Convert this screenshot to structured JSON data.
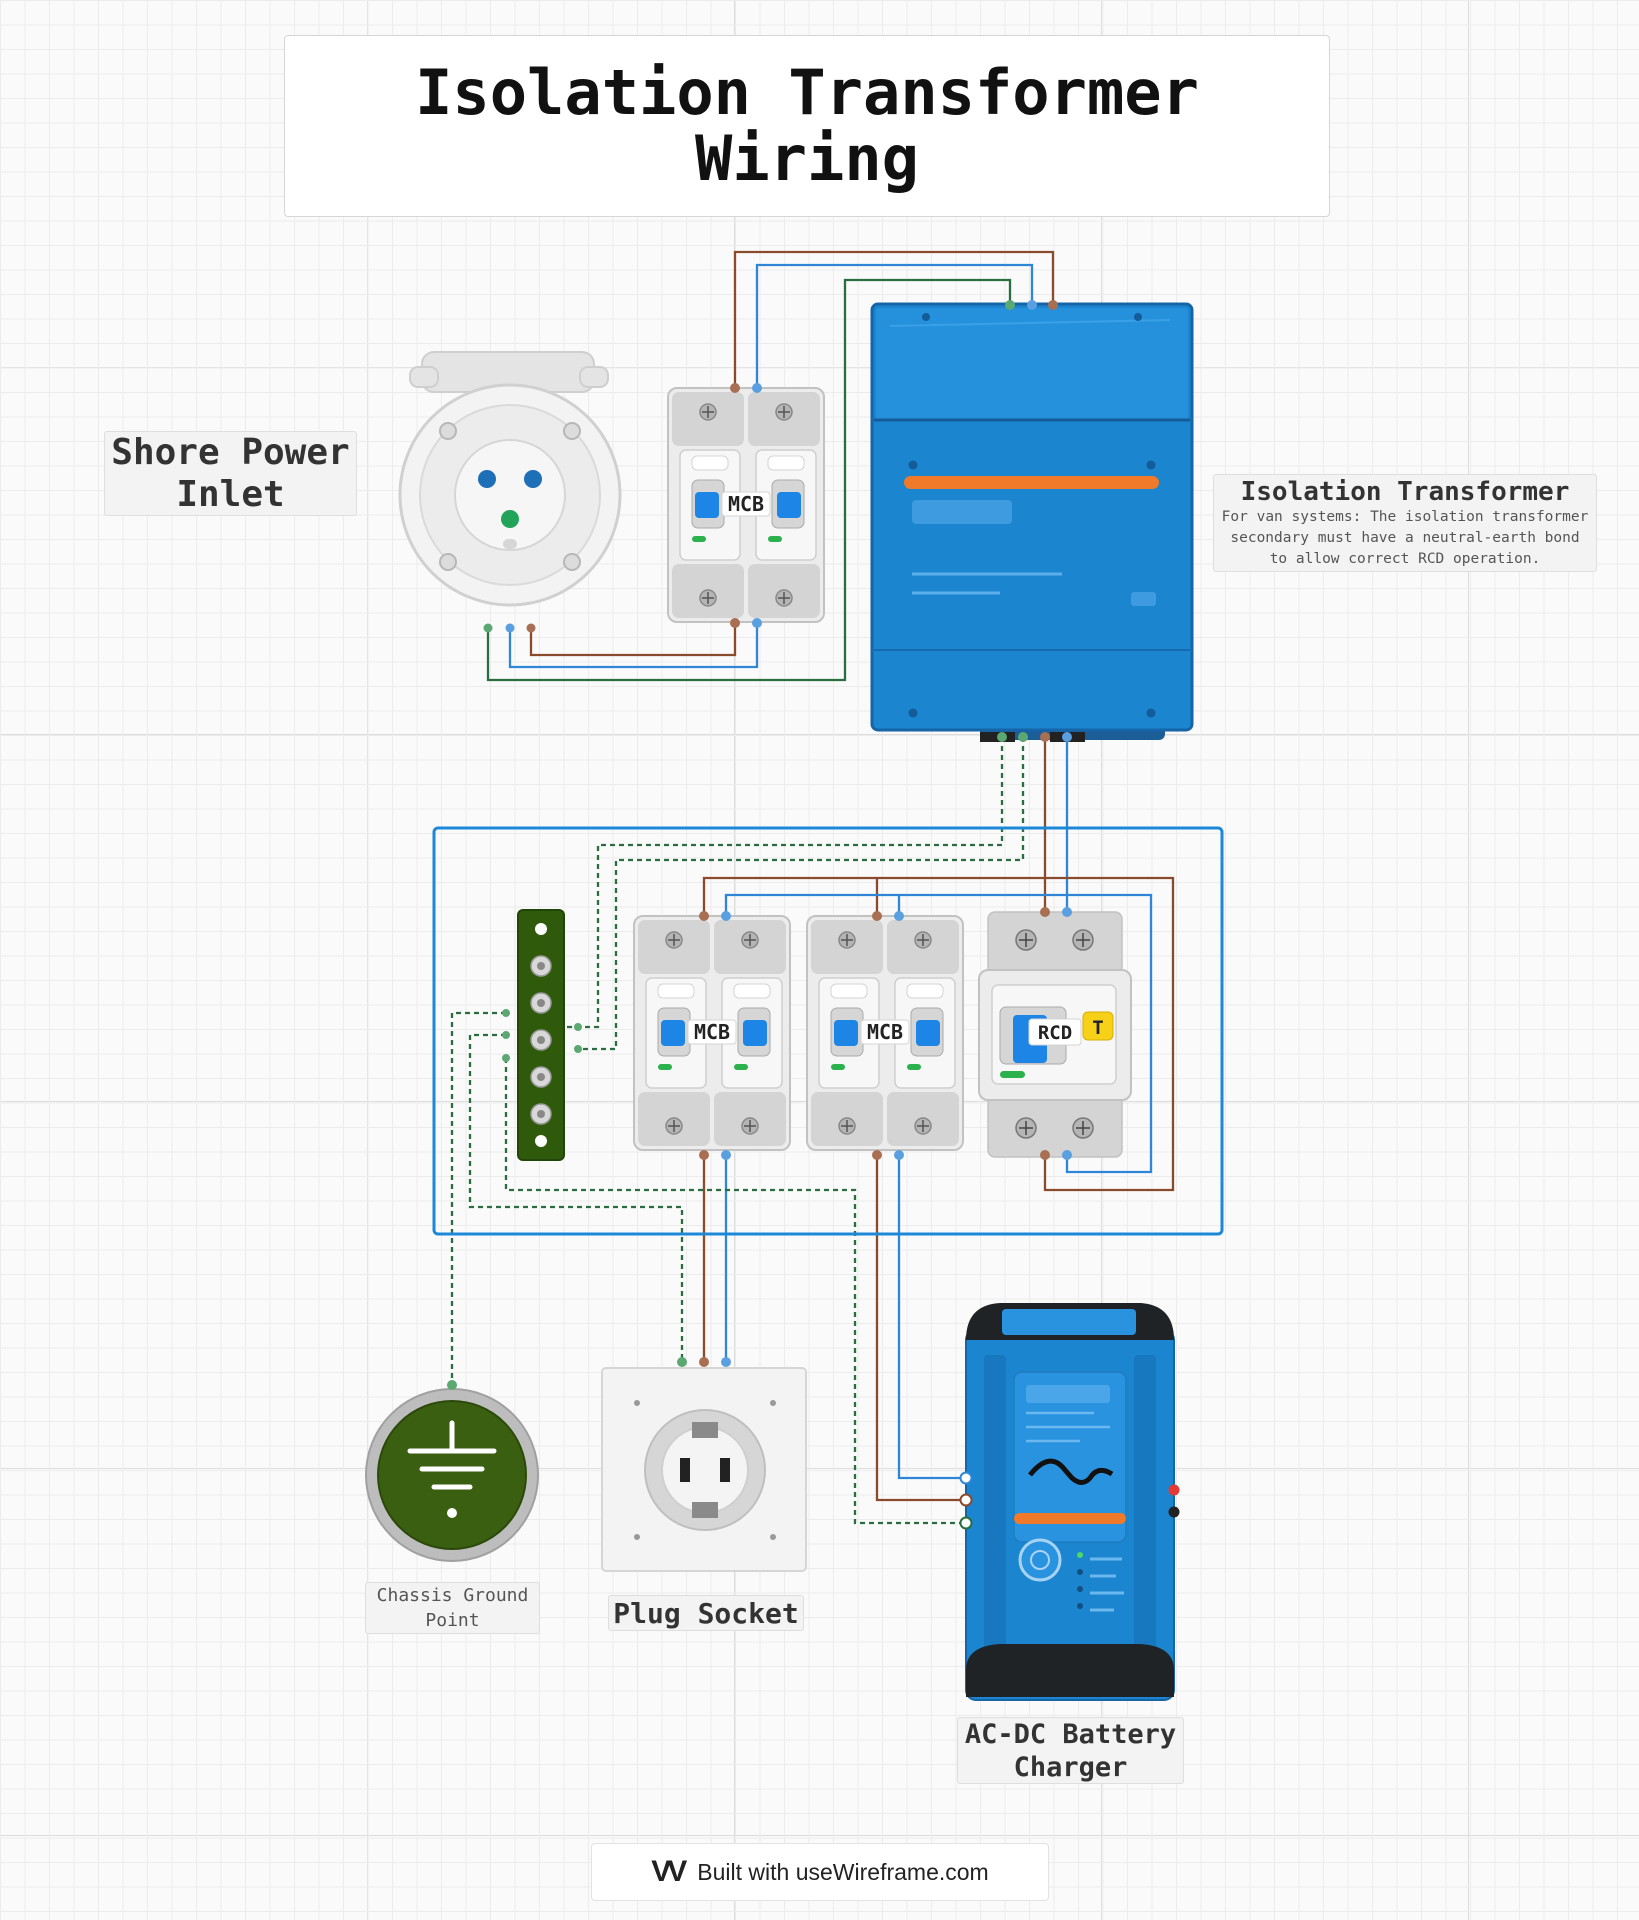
{
  "title": {
    "line1": "Isolation Transformer",
    "line2": "Wiring"
  },
  "components": {
    "shore_power_inlet": {
      "line1": "Shore Power",
      "line2": "Inlet"
    },
    "isolation_transformer": {
      "title": "Isolation Transformer",
      "description": "For van systems: The isolation transformer secondary must have a neutral-earth bond to allow correct RCD operation."
    },
    "chassis_ground": {
      "line1": "Chassis Ground",
      "line2": "Point"
    },
    "plug_socket": {
      "label": "Plug Socket"
    },
    "charger": {
      "line1": "AC-DC Battery",
      "line2": "Charger"
    }
  },
  "breakers": {
    "mcb_label": "MCB",
    "rcd_label": "RCD",
    "rcd_test": "T"
  },
  "footer": {
    "logo": "VV",
    "text": "Built with useWireframe.com"
  },
  "colors": {
    "live": "#8a4b2c",
    "neutral": "#2f86d6",
    "earth": "#2a6e3f",
    "enclosure": "#1e88d8",
    "device_blue": "#1c85cf",
    "accent_orange": "#f07a2a",
    "ground_green": "#3a5f10"
  }
}
